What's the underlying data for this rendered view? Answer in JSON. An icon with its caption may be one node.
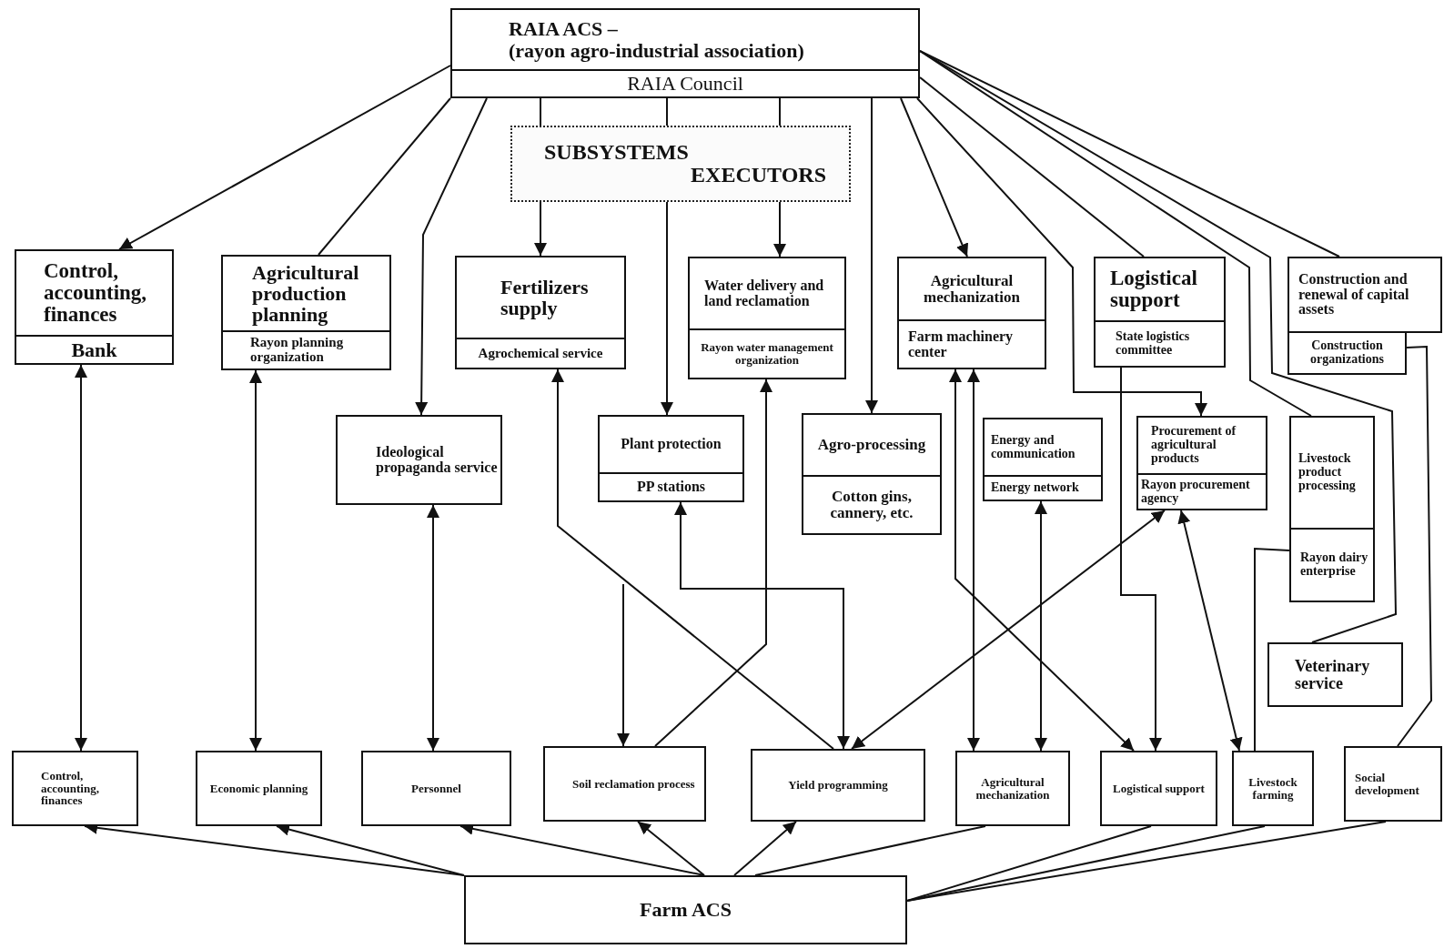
{
  "diagram": {
    "nodes": [
      {
        "text": [
          "RAIA ACS –",
          "(rayon agro-industrial association)",
          "RAIA Council"
        ]
      },
      {
        "text": [
          "SUBSYSTEMS",
          "EXECUTORS"
        ]
      },
      {
        "text": [
          "Control, accounting, finances",
          "Bank"
        ]
      },
      {
        "text": [
          "Agricultural production planning",
          "Rayon planning organization"
        ]
      },
      {
        "text": [
          "Fertilizers supply",
          "Agrochemical service"
        ]
      },
      {
        "text": [
          "Water delivery and land reclamation",
          "Rayon water management organization"
        ]
      },
      {
        "text": [
          "Agricultural mechanization",
          "Farm machinery center"
        ]
      },
      {
        "text": [
          "Logistical support",
          "State logistics committee"
        ]
      },
      {
        "text": [
          "Construction and renewal of capital assets",
          "Construction organizations"
        ]
      },
      {
        "text": [
          "Ideological propaganda service"
        ]
      },
      {
        "text": [
          "Plant protection",
          "PP stations"
        ]
      },
      {
        "text": [
          "Agro-processing",
          "Cotton gins, cannery, etc."
        ]
      },
      {
        "text": [
          "Energy and communication",
          "Energy network"
        ]
      },
      {
        "text": [
          "Procurement of agricultural products",
          "Rayon procurement agency"
        ]
      },
      {
        "text": [
          "Livestock product processing",
          "Rayon dairy enterprise"
        ]
      },
      {
        "text": [
          "Veterinary service"
        ]
      },
      {
        "text": [
          "Control, accounting, finances"
        ]
      },
      {
        "text": [
          "Economic planning"
        ]
      },
      {
        "text": [
          "Personnel"
        ]
      },
      {
        "text": [
          "Soil reclamation process"
        ]
      },
      {
        "text": [
          "Yield programming"
        ]
      },
      {
        "text": [
          "Agricultural mechanization"
        ]
      },
      {
        "text": [
          "Logistical support"
        ]
      },
      {
        "text": [
          "Livestock farming"
        ]
      },
      {
        "text": [
          "Social development"
        ]
      },
      {
        "text": [
          "Farm ACS"
        ]
      }
    ],
    "edges": [
      {
        "from": 0,
        "to": 2,
        "arrow": "to"
      },
      {
        "from": 0,
        "to": 3,
        "arrow": "none"
      },
      {
        "from": 0,
        "to": 9,
        "arrow": "to"
      },
      {
        "from": 0,
        "to": 1,
        "arrow": "none"
      },
      {
        "from": 0,
        "to": 1,
        "arrow": "none"
      },
      {
        "from": 0,
        "to": 1,
        "arrow": "none"
      },
      {
        "from": 1,
        "to": 4,
        "arrow": "to"
      },
      {
        "from": 1,
        "to": 10,
        "arrow": "to"
      },
      {
        "from": 1,
        "to": 5,
        "arrow": "to"
      },
      {
        "from": 0,
        "to": 11,
        "arrow": "to"
      },
      {
        "from": 0,
        "to": 6,
        "arrow": "to"
      },
      {
        "from": 0,
        "to": 13,
        "arrow": "to"
      },
      {
        "from": 0,
        "to": 7,
        "arrow": "none"
      },
      {
        "from": 0,
        "to": 14,
        "arrow": "none"
      },
      {
        "from": 0,
        "to": 15,
        "arrow": "none"
      },
      {
        "from": 0,
        "to": 8,
        "arrow": "none"
      },
      {
        "from": 8,
        "to": 24,
        "arrow": "none"
      },
      {
        "from": 14,
        "to": 23,
        "arrow": "none"
      },
      {
        "from": 2,
        "to": 16,
        "arrow": "both"
      },
      {
        "from": 3,
        "to": 17,
        "arrow": "both"
      },
      {
        "from": 9,
        "to": 18,
        "arrow": "both"
      },
      {
        "from": 12,
        "to": 21,
        "arrow": "both"
      },
      {
        "from": 6,
        "to": 21,
        "arrow": "both"
      },
      {
        "from": 6,
        "to": 22,
        "arrow": "both"
      },
      {
        "from": 7,
        "to": 22,
        "arrow": "to"
      },
      {
        "from": 13,
        "to": 20,
        "arrow": "both"
      },
      {
        "from": 13,
        "to": 23,
        "arrow": "both"
      },
      {
        "from": 10,
        "to": 20,
        "arrow": "both"
      },
      {
        "from": 20,
        "to": 4,
        "arrow": "to"
      },
      {
        "from": 19,
        "to": 5,
        "arrow": "to"
      },
      {
        "from": null,
        "to": 19,
        "arrow": "to"
      },
      {
        "from": 25,
        "to": 16,
        "arrow": "to"
      },
      {
        "from": 25,
        "to": 17,
        "arrow": "to"
      },
      {
        "from": 25,
        "to": 18,
        "arrow": "to"
      },
      {
        "from": 25,
        "to": 19,
        "arrow": "to"
      },
      {
        "from": 25,
        "to": 20,
        "arrow": "to"
      },
      {
        "from": 25,
        "to": 21,
        "arrow": "none"
      },
      {
        "from": 25,
        "to": 22,
        "arrow": "none"
      },
      {
        "from": 25,
        "to": 23,
        "arrow": "none"
      },
      {
        "from": 25,
        "to": 24,
        "arrow": "none"
      }
    ]
  }
}
